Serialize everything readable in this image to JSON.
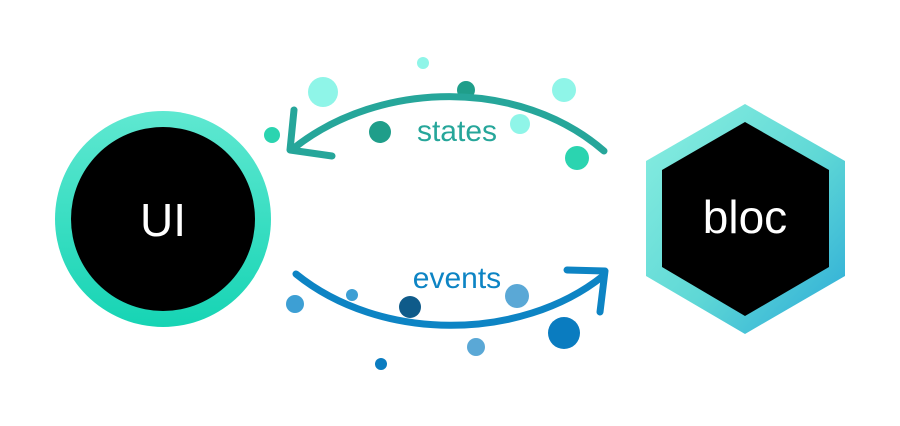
{
  "nodes": {
    "ui": {
      "label": "UI"
    },
    "bloc": {
      "label": "bloc"
    }
  },
  "flows": {
    "states": {
      "label": "states",
      "color": "#26a69a"
    },
    "events": {
      "label": "events",
      "color": "#0d84c4"
    }
  },
  "colors": {
    "node_fill": "#000000",
    "ring_start": "#5fe8d1",
    "ring_end": "#16d4b4",
    "hex_start": "#8aefe1",
    "hex_end": "#2aa9d8",
    "states_dots": [
      "#8ff5e8",
      "#2bd4b0",
      "#1f9e8a",
      "#6fe4d2"
    ],
    "events_dots": [
      "#3d9fd4",
      "#0f5b8a",
      "#0a7cc0",
      "#5aa8d6"
    ]
  }
}
